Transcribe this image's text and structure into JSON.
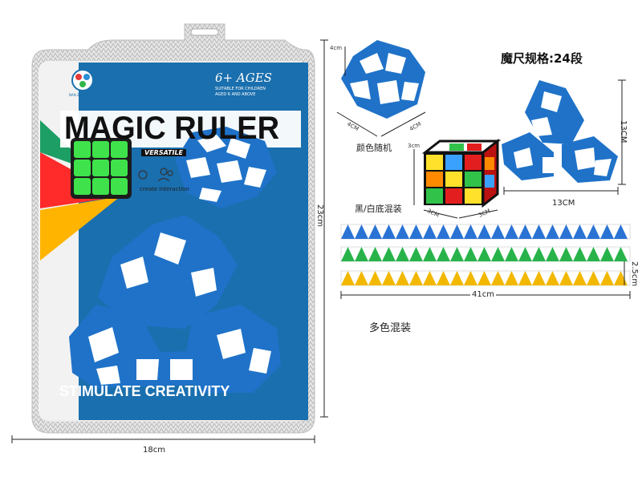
{
  "package": {
    "brand": "NAN ZHI XING",
    "title": "MAGIC RULER",
    "age_badge": "6+ AGES",
    "age_sub_1": "SUITABLE FOR CHILDREN",
    "age_sub_2": "AGED 6 AND ABOVE",
    "versatile": "VERSATILE",
    "feature_1": "create",
    "feature_2": "interaction",
    "slogan": "STIMULATE CREATIVITY",
    "colors": {
      "blue": "#1f72c8",
      "white": "#ffffff",
      "frame": "#d8d8d8"
    }
  },
  "dimensions": {
    "width_label": "18cm",
    "height_label": "23cm"
  },
  "spec": {
    "title": "魔尺规格:24段",
    "snake_ball": {
      "top": "4cm",
      "left": "4CM",
      "right": "4CM",
      "caption": "颜色随机"
    },
    "cube": {
      "left": "3cm",
      "bottom_left": "3CM",
      "bottom_right": "3CM",
      "caption": "黑/白底混装"
    },
    "triangle": {
      "height": "13CM",
      "width": "13CM"
    },
    "strips": {
      "length": "41cm",
      "thickness": "2.5cm",
      "caption": "多色混装",
      "colors": [
        "#2a73d4",
        "#28b34a",
        "#f2b800"
      ]
    }
  }
}
